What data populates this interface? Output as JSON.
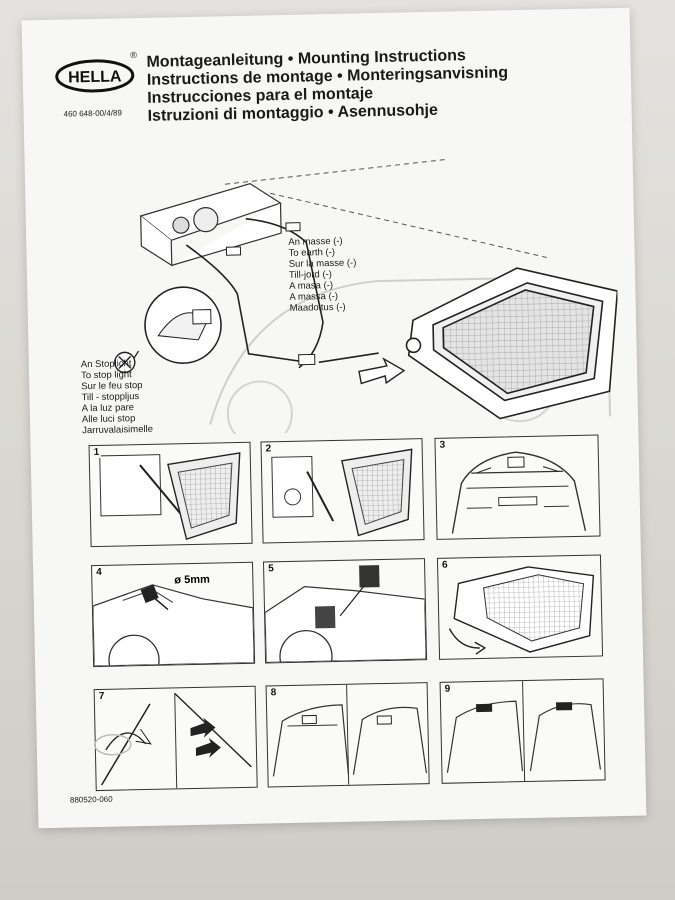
{
  "header": {
    "brand": "HELLA",
    "reg": "®",
    "titles": [
      "Montageanleitung • Mounting Instructions",
      "Instructions de montage • Monteringsanvisning",
      "Instrucciones para el montaje",
      "Istruzioni di montaggio • Asennusohje"
    ],
    "doc_number": "460 648-00/4/89"
  },
  "diagram": {
    "earth": [
      "An masse (-)",
      "To earth (-)",
      "Sur la masse (-)",
      "Till-jord (-)",
      "A masa (-)",
      "A massa (-)",
      "Maadoitus (-)"
    ],
    "stop": [
      "An Stoplicht",
      "To stop light",
      "Sur le feu stop",
      "Till - stoppljus",
      "A la luz pare",
      "Alle luci stop",
      "Jarruvalaisimelle"
    ]
  },
  "steps": [
    "1",
    "2",
    "3",
    "4",
    "5",
    "6",
    "7",
    "8",
    "9"
  ],
  "steps_text": {
    "hole_diameter": "ø 5mm"
  },
  "footer": {
    "part_number": "880520-060"
  }
}
